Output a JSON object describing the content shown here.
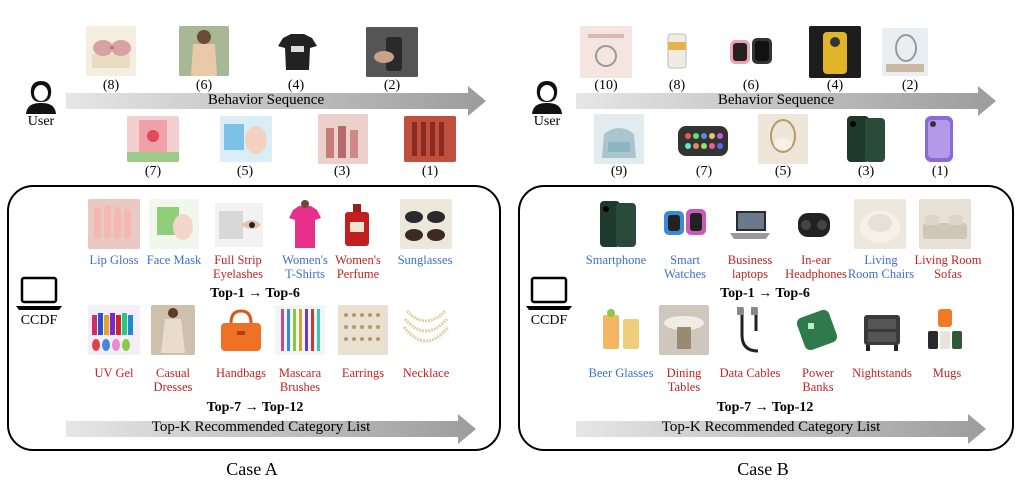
{
  "case_a": {
    "caption": "Case A",
    "user_label": "User",
    "ccdf_label": "CCDF",
    "behavior_label": "Behavior Sequence",
    "recommend_label": "Top-K Recommended Category List",
    "top_range_1": "Top-1 → Top-6",
    "top_range_2": "Top-7 → Top-12",
    "sequence_top": [
      "(8)",
      "(6)",
      "(4)",
      "(2)"
    ],
    "sequence_bottom": [
      "(7)",
      "(5)",
      "(3)",
      "(1)"
    ],
    "row1": [
      {
        "label": "Lip Gloss",
        "tone": "blue"
      },
      {
        "label": "Face Mask",
        "tone": "blue"
      },
      {
        "label": "Full Strip\nEyelashes",
        "tone": "red"
      },
      {
        "label": "Women's\nT-Shirts",
        "tone": "blue"
      },
      {
        "label": "Women's\nPerfume",
        "tone": "red"
      },
      {
        "label": "Sunglasses",
        "tone": "blue"
      }
    ],
    "row2": [
      {
        "label": "UV Gel",
        "tone": "red"
      },
      {
        "label": "Casual\nDresses",
        "tone": "red"
      },
      {
        "label": "Handbags",
        "tone": "red"
      },
      {
        "label": "Mascara\nBrushes",
        "tone": "red"
      },
      {
        "label": "Earrings",
        "tone": "red"
      },
      {
        "label": "Necklace",
        "tone": "red"
      }
    ]
  },
  "case_b": {
    "caption": "Case B",
    "user_label": "User",
    "ccdf_label": "CCDF",
    "behavior_label": "Behavior Sequence",
    "recommend_label": "Top-K Recommended Category List",
    "top_range_1": "Top-1 → Top-6",
    "top_range_2": "Top-7 → Top-12",
    "sequence_top": [
      "(10)",
      "(8)",
      "(6)",
      "(4)",
      "(2)"
    ],
    "sequence_bottom": [
      "(9)",
      "(7)",
      "(5)",
      "(3)",
      "(1)"
    ],
    "row1": [
      {
        "label": "Smartphone",
        "tone": "blue"
      },
      {
        "label": "Smart\nWatches",
        "tone": "blue"
      },
      {
        "label": "Business\nlaptops",
        "tone": "red"
      },
      {
        "label": "In-ear\nHeadphones",
        "tone": "red"
      },
      {
        "label": "Living\nRoom Chairs",
        "tone": "blue"
      },
      {
        "label": "Living Room\nSofas",
        "tone": "red"
      }
    ],
    "row2": [
      {
        "label": "Beer Glasses",
        "tone": "blue"
      },
      {
        "label": "Dining\nTables",
        "tone": "red"
      },
      {
        "label": "Data Cables",
        "tone": "red"
      },
      {
        "label": "Power\nBanks",
        "tone": "red"
      },
      {
        "label": "Nightstands",
        "tone": "red"
      },
      {
        "label": "Mugs",
        "tone": "red"
      }
    ]
  },
  "colors": {
    "blue": "#3b6fd1",
    "red": "#c42222",
    "arrow": "#a8a8a8"
  }
}
